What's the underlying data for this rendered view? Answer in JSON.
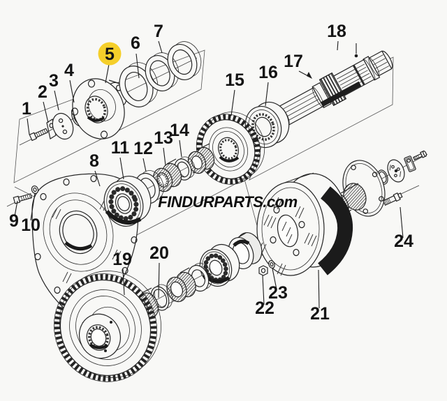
{
  "diagram": {
    "watermark": "FINDURPARTS.com",
    "background_color": "#f8f8f6",
    "line_color": "#222222",
    "highlight": {
      "callout": "5",
      "color": "#F5CF2A"
    },
    "callouts": [
      {
        "label": "1"
      },
      {
        "label": "2"
      },
      {
        "label": "3"
      },
      {
        "label": "4"
      },
      {
        "label": "5"
      },
      {
        "label": "6"
      },
      {
        "label": "7"
      },
      {
        "label": "8"
      },
      {
        "label": "9"
      },
      {
        "label": "10"
      },
      {
        "label": "11"
      },
      {
        "label": "12"
      },
      {
        "label": "13"
      },
      {
        "label": "14"
      },
      {
        "label": "15"
      },
      {
        "label": "16"
      },
      {
        "label": "17"
      },
      {
        "label": "18"
      },
      {
        "label": "19"
      },
      {
        "label": "20"
      },
      {
        "label": "21"
      },
      {
        "label": "22"
      },
      {
        "label": "23"
      },
      {
        "label": "24"
      }
    ]
  }
}
